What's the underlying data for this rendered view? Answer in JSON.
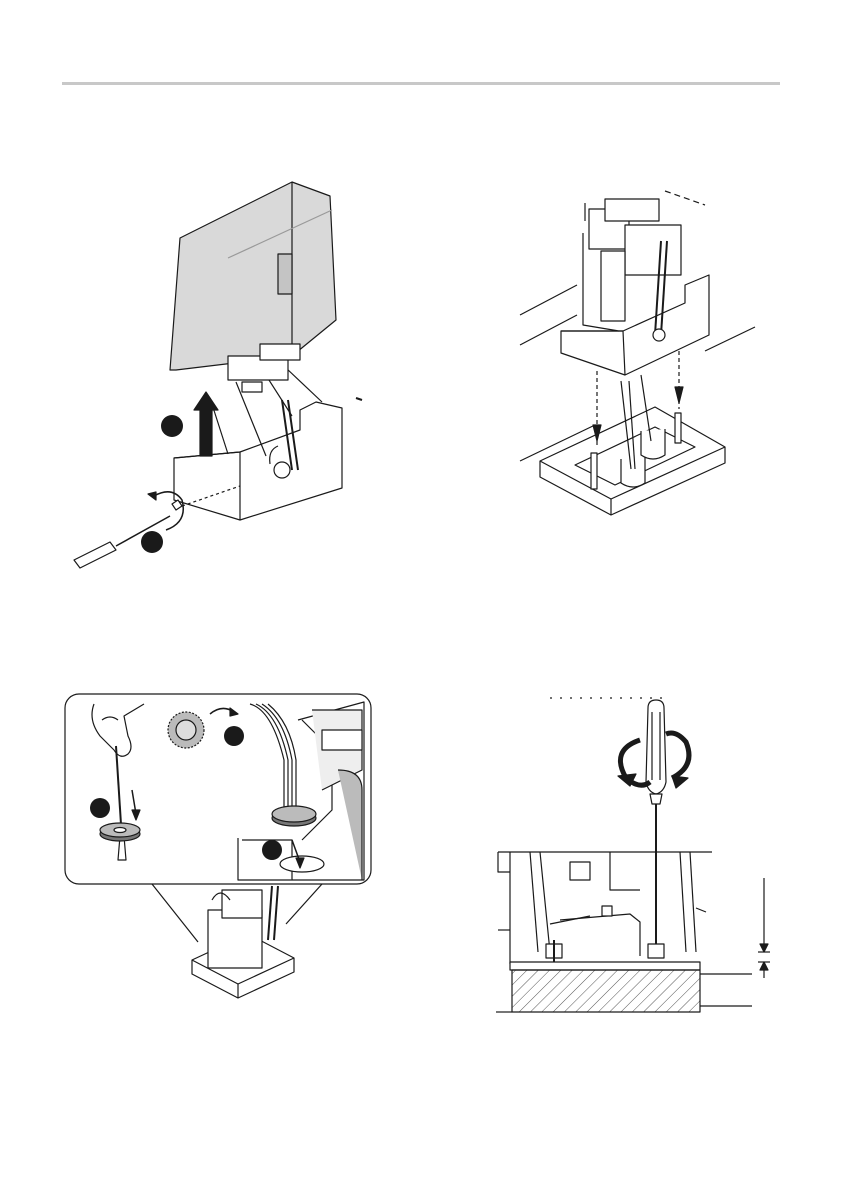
{
  "page": {
    "header_rule": true
  },
  "figures": [
    {
      "id": "remove-cover",
      "callouts": [
        "",
        ""
      ]
    },
    {
      "id": "place-on-plate",
      "callouts": []
    },
    {
      "id": "cable-grommet",
      "callouts": [
        "",
        "",
        ""
      ]
    },
    {
      "id": "adjust-height",
      "callouts": []
    }
  ],
  "icons": [
    "screwdriver-icon",
    "arrow-icon",
    "rotation-arrow-icon",
    "grommet-icon",
    "hand-icon"
  ],
  "colors": {
    "line": "#1a1a1a",
    "cover_fill": "#d9d9d9",
    "callout_fill": "#1a1a1a",
    "hatch": "#555555"
  }
}
